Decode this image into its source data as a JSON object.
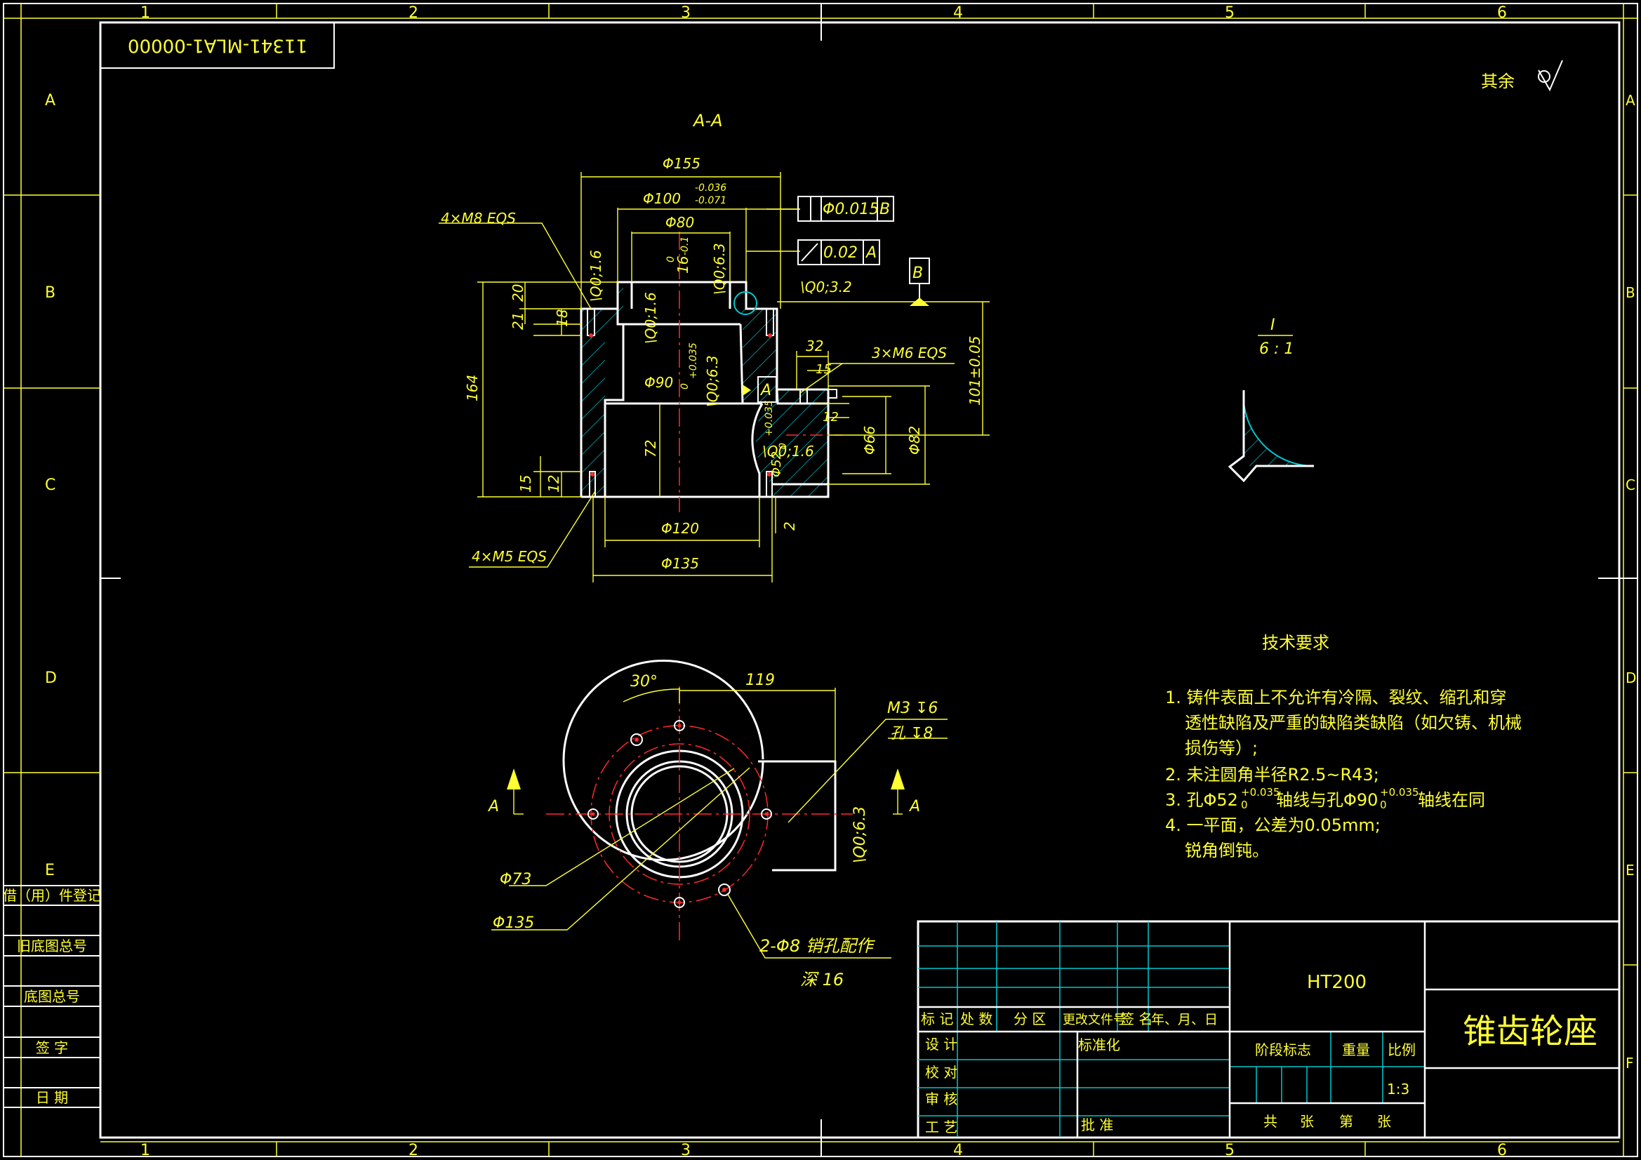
{
  "drawing": {
    "colors": {
      "background": "#000000",
      "outline": "#ffffff",
      "dimension": "#ffff33",
      "hatch": "#00c8d0",
      "centerline": "#ff2a2a"
    },
    "border": {
      "columns": [
        "1",
        "2",
        "3",
        "4",
        "5",
        "6"
      ],
      "rows": [
        "A",
        "B",
        "C",
        "D",
        "E",
        "F"
      ]
    },
    "doc_code": "11341-MLA1-00000",
    "surface_note": "其余",
    "views": {
      "section_title": "A-A",
      "detail_label": "I",
      "detail_scale": "6 : 1"
    },
    "dims_section": [
      "Φ155",
      "Φ100",
      "-0.036",
      "-0.071",
      "Φ80",
      "4×M8 EQS",
      "Φ0.015",
      "B",
      "0.02",
      "A",
      "\\Q0;3.2",
      "\\Q0;1.6",
      "\\Q0;6.3",
      "\\Q0;1.6",
      "\\Q0;6.3",
      "16",
      "-0.1",
      "0",
      "21",
      "20",
      "18",
      "164",
      "Φ90",
      "+0.035",
      "0",
      "A",
      "32",
      "15",
      "3×M6 EQS",
      "101±0.05",
      "12",
      "Φ66",
      "Φ82",
      "Φ52",
      "+0.035",
      "0",
      "\\Q0;1.6",
      "72",
      "15",
      "12",
      "2",
      "Φ120",
      "4×M5 EQS",
      "Φ135",
      "B"
    ],
    "dims_plan": [
      "30°",
      "119",
      "M3 ↧6",
      "孔 ↧8",
      "A",
      "A",
      "\\Q0;6.3",
      "Φ73",
      "Φ135",
      "2-Φ8 销孔配作",
      "深 16"
    ],
    "tech_requirements": {
      "title": "技术要求",
      "lines": [
        "1. 铸件表面上不允许有冷隔、裂纹、缩孔和穿",
        "透性缺陷及严重的缺陷类缺陷（如欠铸、机械",
        "损伤等）;",
        "2. 未注圆角半径R2.5~R43;",
        "3. 孔Φ52",
        "+0.035",
        "0",
        "轴线与孔Φ90",
        "+0.035",
        "0",
        "轴线在同",
        "4. 一平面，公差为0.05mm;",
        "锐角倒钝。"
      ]
    },
    "left_strip": [
      "借（用）件登记",
      "旧底图总号",
      "底图总号",
      "签   字",
      "日   期"
    ],
    "title_block": {
      "material": "HT200",
      "part_name": "锥齿轮座",
      "header_row": [
        "标 记",
        "处 数",
        "分 区",
        "更改文件号",
        "签 名",
        "年、月、日"
      ],
      "role_rows": [
        "设 计",
        "校 对",
        "审 核",
        "工 艺"
      ],
      "standardization": "标准化",
      "approve": "批 准",
      "stage_mark": "阶段标志",
      "weight": "重量",
      "scale_label": "比例",
      "scale_value": "1:3",
      "sheets_row": [
        "共",
        "张",
        "第",
        "张"
      ]
    }
  }
}
